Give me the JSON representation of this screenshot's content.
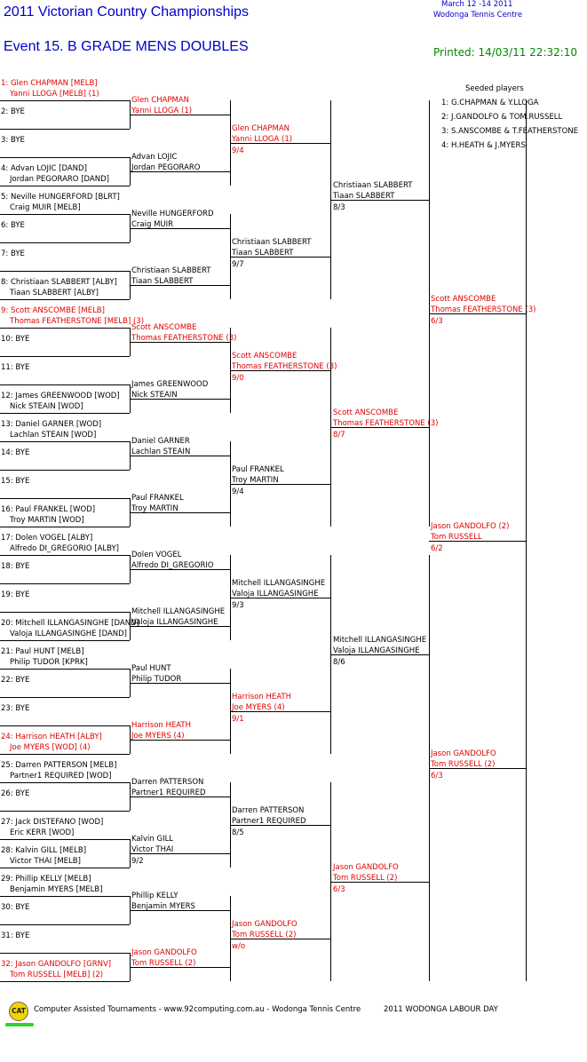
{
  "header": {
    "title": "2011 Victorian Country Championships",
    "event": "Event 15. B GRADE MENS DOUBLES",
    "dates": "March 12 -14 2011",
    "venue": "Wodonga Tennis Centre",
    "printed": "Printed: 14/03/11 22:32:10"
  },
  "seeds": {
    "title": "Seeded players",
    "items": [
      "1: G.CHAPMAN & Y.LLOGA",
      "2: J.GANDOLFO & TOM.RUSSELL",
      "3: S.ANSCOMBE & T.FEATHERSTONE",
      "4: H.HEATH & J.MYERS"
    ]
  },
  "rounds": [
    {
      "name": "draw",
      "entries": [
        {
          "l1": "1: Glen CHAPMAN [MELB]",
          "l2": "Yanni LLOGA [MELB] (1)",
          "seeded": true
        },
        {
          "l1": "2: BYE",
          "l2": "",
          "seeded": false
        },
        {
          "l1": "3: BYE",
          "l2": "",
          "seeded": false
        },
        {
          "l1": "4: Advan LOJIC [DAND]",
          "l2": "Jordan PEGORARO [DAND]",
          "seeded": false
        },
        {
          "l1": "5: Neville HUNGERFORD [BLRT]",
          "l2": "Craig MUIR [MELB]",
          "seeded": false
        },
        {
          "l1": "6: BYE",
          "l2": "",
          "seeded": false
        },
        {
          "l1": "7: BYE",
          "l2": "",
          "seeded": false
        },
        {
          "l1": "8: Christiaan SLABBERT [ALBY]",
          "l2": "Tiaan SLABBERT [ALBY]",
          "seeded": false
        },
        {
          "l1": "9: Scott ANSCOMBE [MELB]",
          "l2": "Thomas FEATHERSTONE [MELB] (3)",
          "seeded": true
        },
        {
          "l1": "10: BYE",
          "l2": "",
          "seeded": false
        },
        {
          "l1": "11: BYE",
          "l2": "",
          "seeded": false
        },
        {
          "l1": "12: James GREENWOOD [WOD]",
          "l2": "Nick STEAIN [WOD]",
          "seeded": false
        },
        {
          "l1": "13: Daniel GARNER [WOD]",
          "l2": "Lachlan STEAIN [WOD]",
          "seeded": false
        },
        {
          "l1": "14: BYE",
          "l2": "",
          "seeded": false
        },
        {
          "l1": "15: BYE",
          "l2": "",
          "seeded": false
        },
        {
          "l1": "16: Paul FRANKEL [WOD]",
          "l2": "Troy MARTIN [WOD]",
          "seeded": false
        },
        {
          "l1": "17: Dolen VOGEL [ALBY]",
          "l2": "Alfredo DI_GREGORIO [ALBY]",
          "seeded": false
        },
        {
          "l1": "18: BYE",
          "l2": "",
          "seeded": false
        },
        {
          "l1": "19: BYE",
          "l2": "",
          "seeded": false
        },
        {
          "l1": "20: Mitchell ILLANGASINGHE [DAND]",
          "l2": "Valoja ILLANGASINGHE [DAND]",
          "seeded": false
        },
        {
          "l1": "21: Paul HUNT [MELB]",
          "l2": "Philip TUDOR [KPRK]",
          "seeded": false
        },
        {
          "l1": "22: BYE",
          "l2": "",
          "seeded": false
        },
        {
          "l1": "23: BYE",
          "l2": "",
          "seeded": false
        },
        {
          "l1": "24: Harrison HEATH [ALBY]",
          "l2": "Joe MYERS [WOD] (4)",
          "seeded": true
        },
        {
          "l1": "25: Darren PATTERSON [MELB]",
          "l2": "Partner1 REQUIRED [WOD]",
          "seeded": false
        },
        {
          "l1": "26: BYE",
          "l2": "",
          "seeded": false
        },
        {
          "l1": "27: Jack DISTEFANO [WOD]",
          "l2": "Eric KERR [WOD]",
          "seeded": false
        },
        {
          "l1": "28: Kalvin GILL [MELB]",
          "l2": "Victor THAI [MELB]",
          "seeded": false
        },
        {
          "l1": "29: Phillip KELLY [MELB]",
          "l2": "Benjamin MYERS [MELB]",
          "seeded": false
        },
        {
          "l1": "30: BYE",
          "l2": "",
          "seeded": false
        },
        {
          "l1": "31: BYE",
          "l2": "",
          "seeded": false
        },
        {
          "l1": "32: Jason GANDOLFO [GRNV]",
          "l2": "Tom RUSSELL [MELB] (2)",
          "seeded": true
        }
      ]
    },
    {
      "name": "round-2",
      "entries": [
        {
          "l1": "Glen CHAPMAN",
          "l2": "Yanni LLOGA (1)",
          "score": "",
          "seeded": true
        },
        {
          "l1": "Advan LOJIC",
          "l2": "Jordan PEGORARO",
          "score": "",
          "seeded": false
        },
        {
          "l1": "Neville HUNGERFORD",
          "l2": "Craig MUIR",
          "score": "",
          "seeded": false
        },
        {
          "l1": "Christiaan SLABBERT",
          "l2": "Tiaan SLABBERT",
          "score": "",
          "seeded": false
        },
        {
          "l1": "Scott ANSCOMBE",
          "l2": "Thomas FEATHERSTONE (3)",
          "score": "",
          "seeded": true
        },
        {
          "l1": "James GREENWOOD",
          "l2": "Nick STEAIN",
          "score": "",
          "seeded": false
        },
        {
          "l1": "Daniel GARNER",
          "l2": "Lachlan STEAIN",
          "score": "",
          "seeded": false
        },
        {
          "l1": "Paul FRANKEL",
          "l2": "Troy MARTIN",
          "score": "",
          "seeded": false
        },
        {
          "l1": "Dolen VOGEL",
          "l2": "Alfredo DI_GREGORIO",
          "score": "",
          "seeded": false
        },
        {
          "l1": "Mitchell ILLANGASINGHE",
          "l2": "Valoja ILLANGASINGHE",
          "score": "",
          "seeded": false
        },
        {
          "l1": "Paul HUNT",
          "l2": "Philip TUDOR",
          "score": "",
          "seeded": false
        },
        {
          "l1": "Harrison HEATH",
          "l2": "Joe MYERS (4)",
          "score": "",
          "seeded": true
        },
        {
          "l1": "Darren PATTERSON",
          "l2": "Partner1 REQUIRED",
          "score": "",
          "seeded": false
        },
        {
          "l1": "Kalvin GILL",
          "l2": "Victor THAI",
          "score": "9/2",
          "seeded": false
        },
        {
          "l1": "Phillip KELLY",
          "l2": "Benjamin MYERS",
          "score": "",
          "seeded": false
        },
        {
          "l1": "Jason GANDOLFO",
          "l2": "Tom RUSSELL (2)",
          "score": "",
          "seeded": true
        }
      ]
    },
    {
      "name": "round-3",
      "entries": [
        {
          "l1": "Glen CHAPMAN",
          "l2": "Yanni LLOGA (1)",
          "score": "9/4",
          "seeded": true
        },
        {
          "l1": "Christiaan SLABBERT",
          "l2": "Tiaan SLABBERT",
          "score": "9/7",
          "seeded": false
        },
        {
          "l1": "Scott ANSCOMBE",
          "l2": "Thomas FEATHERSTONE (3)",
          "score": "9/0",
          "seeded": true
        },
        {
          "l1": "Paul FRANKEL",
          "l2": "Troy MARTIN",
          "score": "9/4",
          "seeded": false
        },
        {
          "l1": "Mitchell ILLANGASINGHE",
          "l2": "Valoja ILLANGASINGHE",
          "score": "9/3",
          "seeded": false
        },
        {
          "l1": "Harrison HEATH",
          "l2": "Joe MYERS (4)",
          "score": "9/1",
          "seeded": true
        },
        {
          "l1": "Darren PATTERSON",
          "l2": "Partner1 REQUIRED",
          "score": "8/5",
          "seeded": false
        },
        {
          "l1": "Jason GANDOLFO",
          "l2": "Tom RUSSELL (2)",
          "score": "w/o",
          "seeded": true
        }
      ]
    },
    {
      "name": "quarter-finals",
      "entries": [
        {
          "l1": "Christiaan SLABBERT",
          "l2": "Tiaan SLABBERT",
          "score": "8/3",
          "seeded": false
        },
        {
          "l1": "Scott ANSCOMBE",
          "l2": "Thomas FEATHERSTONE (3)",
          "score": "8/7",
          "seeded": true
        },
        {
          "l1": "Mitchell ILLANGASINGHE",
          "l2": "Valoja ILLANGASINGHE",
          "score": "8/6",
          "seeded": false
        },
        {
          "l1": "Jason GANDOLFO",
          "l2": "Tom RUSSELL (2)",
          "score": "6/3",
          "seeded": true
        }
      ]
    },
    {
      "name": "semi-finals",
      "entries": [
        {
          "l1": "Scott ANSCOMBE",
          "l2": "Thomas FEATHERSTONE (3)",
          "score": "6/3",
          "seeded": true
        },
        {
          "l1": "Jason GANDOLFO",
          "l2": "Tom RUSSELL (2)",
          "score": "6/3",
          "seeded": true
        }
      ]
    },
    {
      "name": "final",
      "entries": [
        {
          "l1": "Jason GANDOLFO (2)",
          "l2": "Tom RUSSELL",
          "score": "6/2",
          "seeded": true
        }
      ]
    }
  ],
  "footer": {
    "logo": "CAT",
    "text": "Computer Assisted Tournaments - www.92computing.com.au -  Wodonga Tennis Centre",
    "event": "2011 WODONGA LABOUR DAY"
  }
}
